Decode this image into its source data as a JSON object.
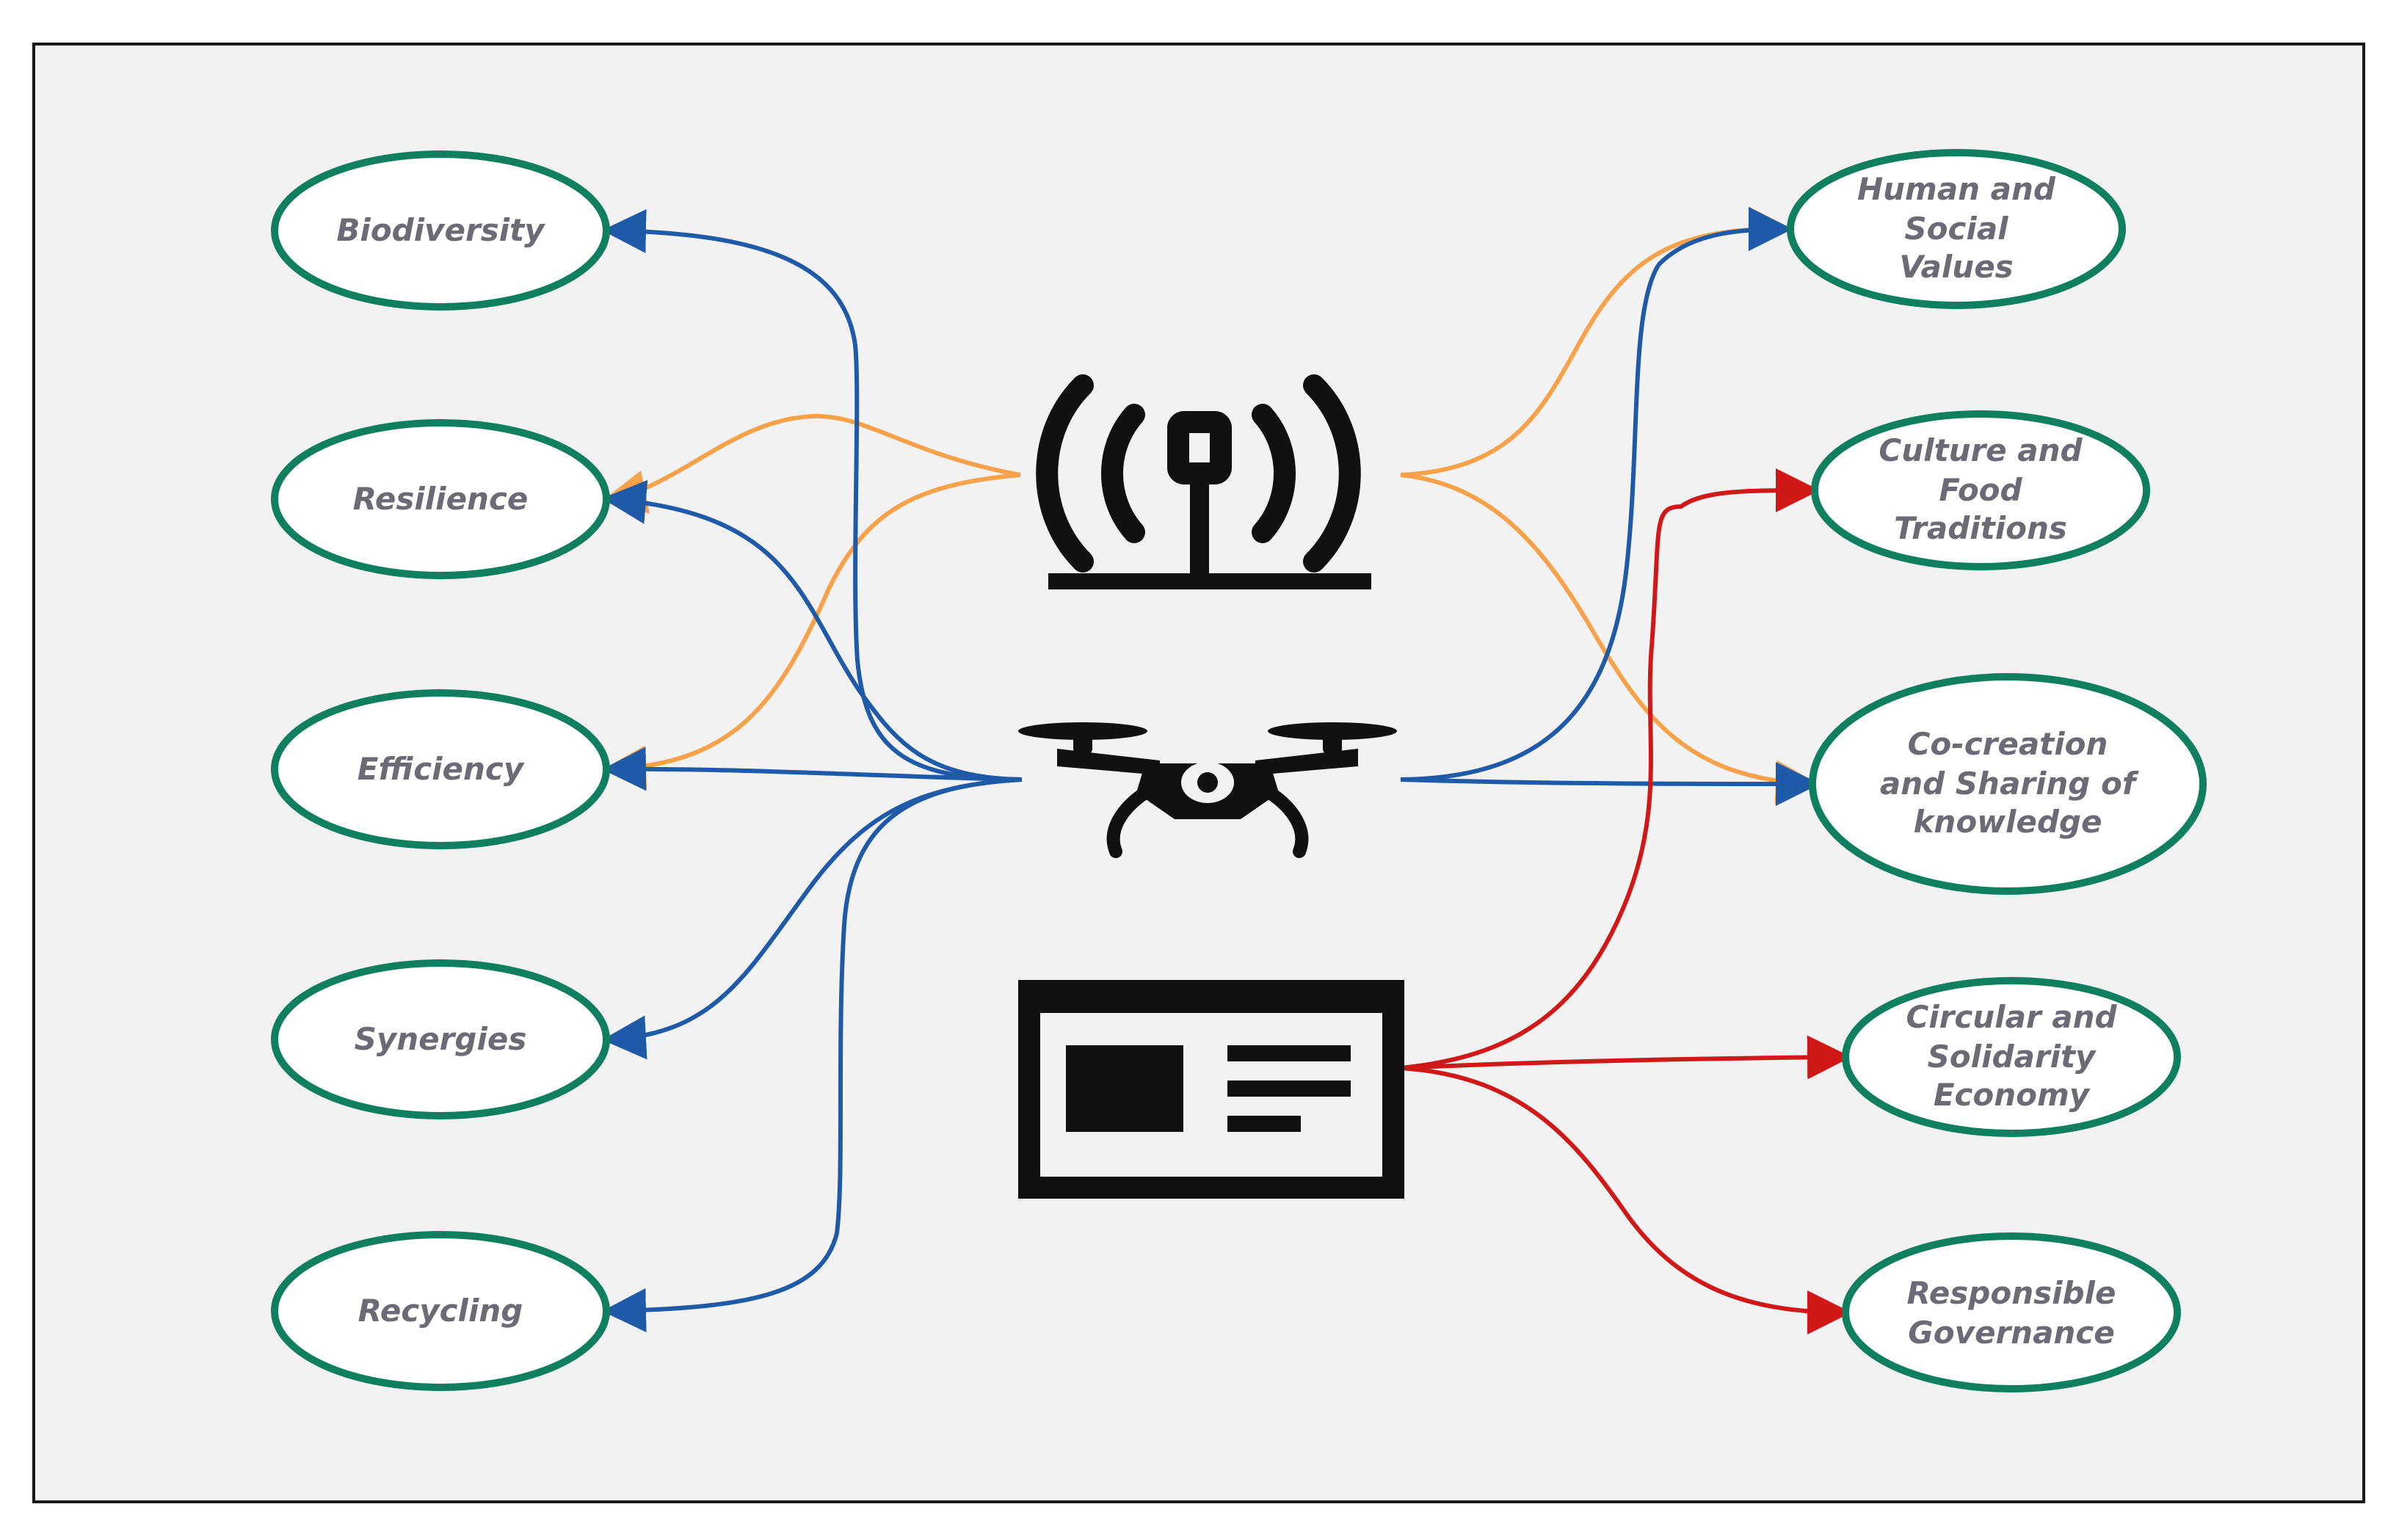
{
  "colors": {
    "ellipse_stroke": "#0f7f5f",
    "blue_link": "#1f5aa8",
    "orange_link": "#f7a24a",
    "red_link": "#d01818",
    "icon": "#111111",
    "label": "#6b6b76"
  },
  "icons": [
    "antenna-icon",
    "drone-icon",
    "news-panel-icon"
  ],
  "nodes": {
    "biodiversity": [
      "Biodiversity"
    ],
    "resilience": [
      "Resilience"
    ],
    "efficiency": [
      "Efficiency"
    ],
    "synergies": [
      "Synergies"
    ],
    "recycling": [
      "Recycling"
    ],
    "human_social": [
      "Human and",
      "Social",
      "Values"
    ],
    "culture_food": [
      "Culture and",
      "Food",
      "Traditions"
    ],
    "cocreation": [
      "Co-creation",
      "and Sharing of",
      "knowledge"
    ],
    "circular": [
      "Circular and",
      "Solidarity",
      "Economy"
    ],
    "governance": [
      "Responsible",
      "Governance"
    ]
  }
}
